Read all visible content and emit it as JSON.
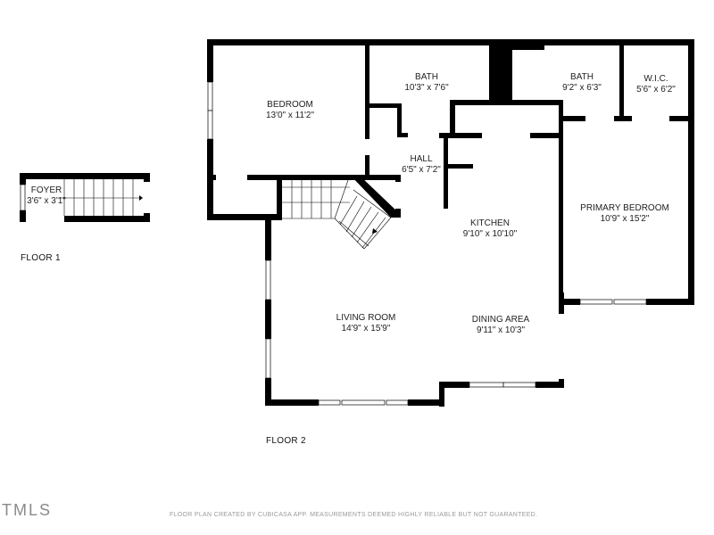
{
  "floors": [
    {
      "label": "FLOOR 1",
      "rooms": [
        {
          "name": "FOYER",
          "dimensions": "3'6\" x 3'1\""
        }
      ]
    },
    {
      "label": "FLOOR 2",
      "rooms": [
        {
          "name": "BEDROOM",
          "dimensions": "13'0\" x 11'2\""
        },
        {
          "name": "BATH",
          "dimensions": "10'3\" x 7'6\""
        },
        {
          "name": "BATH",
          "dimensions": "9'2\" x 6'3\""
        },
        {
          "name": "W.I.C.",
          "dimensions": "5'6\" x 6'2\""
        },
        {
          "name": "HALL",
          "dimensions": "6'5\" x 7'2\""
        },
        {
          "name": "KITCHEN",
          "dimensions": "9'10\" x 10'10\""
        },
        {
          "name": "PRIMARY BEDROOM",
          "dimensions": "10'9\" x 15'2\""
        },
        {
          "name": "LIVING ROOM",
          "dimensions": "14'9\" x 15'9\""
        },
        {
          "name": "DINING AREA",
          "dimensions": "9'11\" x 10'3\""
        }
      ]
    }
  ],
  "footer": {
    "credit": "FLOOR PLAN CREATED BY CUBICASA APP. MEASUREMENTS DEEMED HIGHLY RELIABLE BUT NOT GUARANTEED.",
    "watermark": "TMLS"
  },
  "colors": {
    "wall": "#000000",
    "background": "#ffffff",
    "credit_text": "#9a9a9a"
  }
}
